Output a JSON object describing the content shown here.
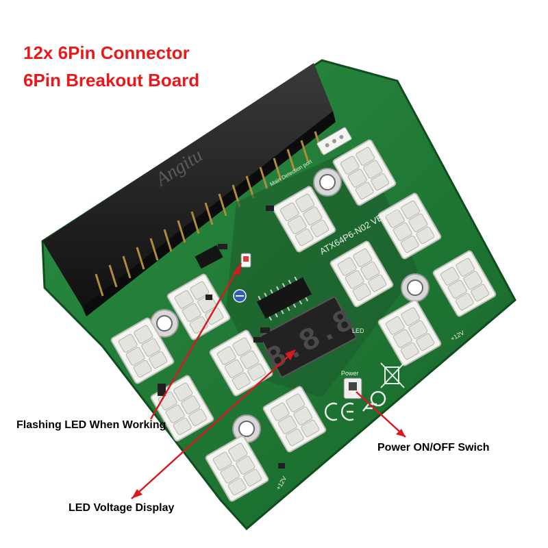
{
  "title": {
    "line1": "12x 6Pin Connector",
    "line2": "6Pin Breakout Board"
  },
  "callouts": {
    "flashing_led": "Flashing LED When Working",
    "voltage_display": "LED Voltage Display",
    "power_switch": "Power ON/OFF Swich"
  },
  "board": {
    "brand_watermark": "Angitu",
    "model": "ATX64P6-N02 VER003",
    "detection_port_label": "Main Detection port",
    "display_digits": "8.8.8",
    "power_label": "Power",
    "plus12v_label_a": "+12V",
    "plus12v_label_b": "+12V",
    "led_label": "LED"
  },
  "colors": {
    "title": "#e8191b",
    "pcb": "#1f7a35",
    "arrow": "#d71920",
    "connector": "#f2f2ee"
  }
}
